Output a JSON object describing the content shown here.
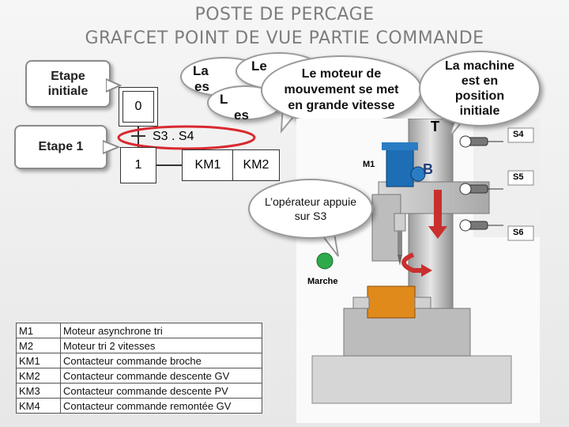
{
  "title": {
    "line1": "POSTE DE PERCAGE",
    "line2": "GRAFCET POINT DE VUE PARTIE COMMANDE"
  },
  "callouts": {
    "initial_step": "Etape initiale",
    "step1": "Etape 1"
  },
  "grafcet": {
    "step0": "0",
    "transition": "S3 . S4",
    "step1": "1",
    "actions": [
      "KM1",
      "KM2"
    ]
  },
  "bubbles": {
    "hidden_a": "La",
    "hidden_b": "es",
    "hidden_c": "Le",
    "hidden_d": "L",
    "hidden_e": "es",
    "motor": "Le moteur de mouvement se met en grande vitesse",
    "machine": "La machine est en position initiale",
    "operator": "L’opérateur appuie sur S3"
  },
  "machine_labels": {
    "T": "T",
    "B": "B",
    "M1": "M1",
    "S4": "S4",
    "S5": "S5",
    "S6": "S6",
    "marche": "Marche"
  },
  "legend": [
    {
      "code": "M1",
      "desc": "Moteur asynchrone tri"
    },
    {
      "code": "M2",
      "desc": "Moteur tri 2 vitesses"
    },
    {
      "code": "KM1",
      "desc": "Contacteur commande broche"
    },
    {
      "code": "KM2",
      "desc": "Contacteur commande descente GV"
    },
    {
      "code": "KM3",
      "desc": "Contacteur commande descente PV"
    },
    {
      "code": "KM4",
      "desc": "Contacteur commande remontée GV"
    }
  ],
  "colors": {
    "title": "#7d7d7d",
    "highlight_ellipse": "#d9292f",
    "marche_button": "#2eaa4a",
    "arrow_red": "#c8302e",
    "machine_blue": "#1e6eb5"
  }
}
